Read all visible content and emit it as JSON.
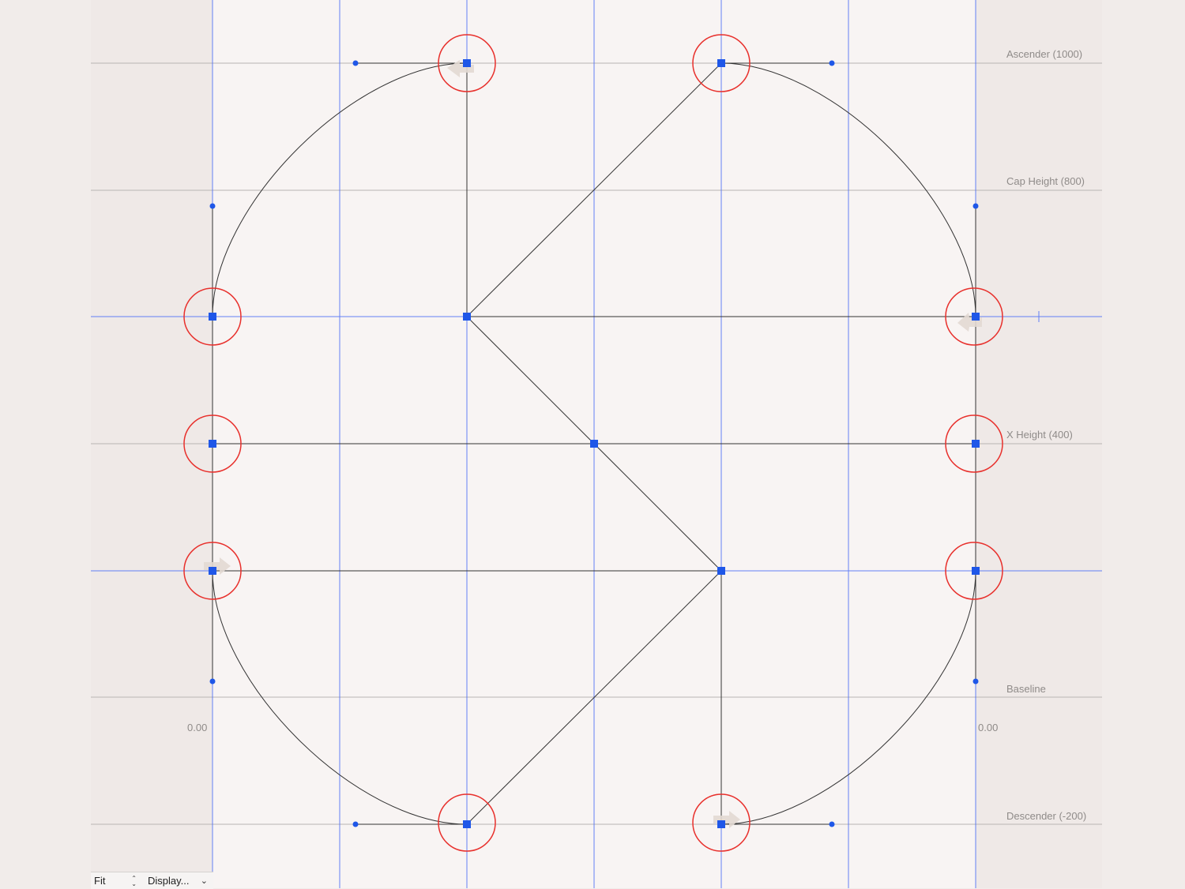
{
  "metrics": {
    "ascender": "Ascender (1000)",
    "cap_height": "Cap Height (800)",
    "x_height": "X Height (400)",
    "baseline": "Baseline",
    "descender": "Descender (-200)"
  },
  "sidebearings": {
    "left": "0.00",
    "right": "0.00"
  },
  "bottom_bar": {
    "zoom_label": "Fit",
    "display_label": "Display..."
  },
  "colors": {
    "guide": "#4a6cf7",
    "node": "#1f57e8",
    "highlight_ring": "#e8302c",
    "contour": "#333333",
    "metric_line": "#b9b5b3",
    "glyph_area": "#f8f4f3",
    "pasteboard": "#efe9e7"
  },
  "icons": {
    "stepper": "up-down-chevron-icon",
    "dropdown": "chevron-down-icon"
  }
}
